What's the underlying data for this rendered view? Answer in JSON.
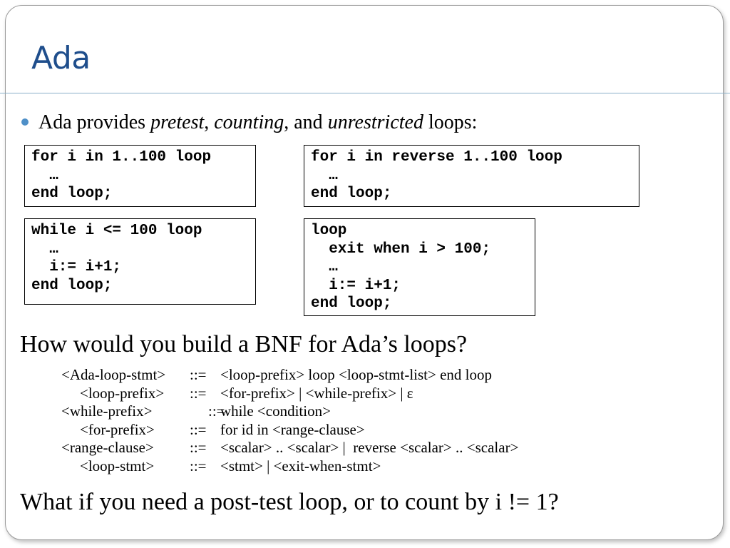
{
  "slide": {
    "title": "Ada",
    "bullet": {
      "pre": "Ada provides ",
      "w1": "pretest",
      "sep1": ", ",
      "w2": "counting",
      "sep2": ", and ",
      "w3": "unrestricted",
      "post": " loops:"
    },
    "code_blocks": [
      "for i in 1..100 loop\n  …\nend loop;",
      "for i in reverse 1..100 loop\n  …\nend loop;",
      "while i <= 100 loop\n  …\n  i:= i+1;\nend loop;",
      "loop\n  exit when i > 100;\n  …\n  i:= i+1;\nend loop;"
    ],
    "question1": "How would you build a BNF for Ada’s loops?",
    "bnf": [
      {
        "lhs": "<Ada-loop-stmt>",
        "op": "::=",
        "rhs": "<loop-prefix> loop <loop-stmt-list> end loop"
      },
      {
        "lhs": "<loop-prefix>",
        "op": "::=",
        "rhs": "<for-prefix> | <while-prefix> | ε"
      },
      {
        "lhs": "<while-prefix>",
        "op": "::=",
        "rhs": "while <condition>"
      },
      {
        "lhs": "<for-prefix>",
        "op": "::=",
        "rhs": "for id in <range-clause>"
      },
      {
        "lhs": "<range-clause>",
        "op": "::=",
        "rhs": "<scalar> .. <scalar> |  reverse <scalar> .. <scalar>"
      },
      {
        "lhs": "<loop-stmt>",
        "op": "::=",
        "rhs": "<stmt> | <exit-when-stmt>"
      }
    ],
    "question2": "What if you need a post-test loop, or to count by i != 1?"
  },
  "colors": {
    "title": "#1f4e8c",
    "bullet": "#4f90c8",
    "rule": "#8ab0c8"
  }
}
